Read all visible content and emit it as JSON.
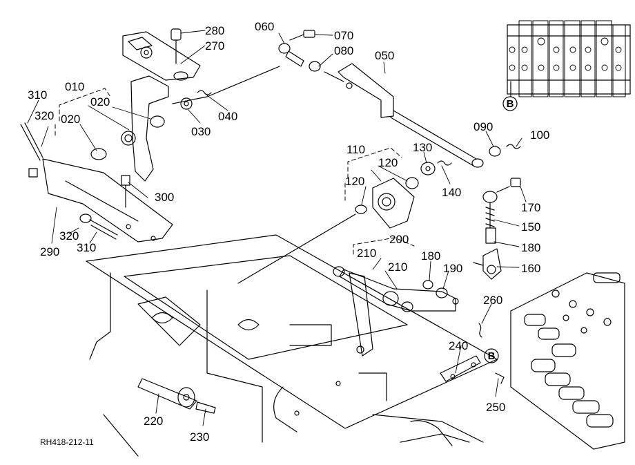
{
  "document_code": "RH418-212-11",
  "view_marker": "B",
  "callouts": {
    "c010": "010",
    "c020a": "020",
    "c020b": "020",
    "c030": "030",
    "c040": "040",
    "c050": "050",
    "c060": "060",
    "c070": "070",
    "c080": "080",
    "c090": "090",
    "c100": "100",
    "c110": "110",
    "c120a": "120",
    "c120b": "120",
    "c130": "130",
    "c140": "140",
    "c150": "150",
    "c160": "160",
    "c170": "170",
    "c180a": "180",
    "c180b": "180",
    "c190": "190",
    "c200": "200",
    "c210a": "210",
    "c210b": "210",
    "c220": "220",
    "c230": "230",
    "c240": "240",
    "c250": "250",
    "c260": "260",
    "c270": "270",
    "c280": "280",
    "c290": "290",
    "c300": "300",
    "c310a": "310",
    "c310b": "310",
    "c320a": "320",
    "c320b": "320"
  }
}
